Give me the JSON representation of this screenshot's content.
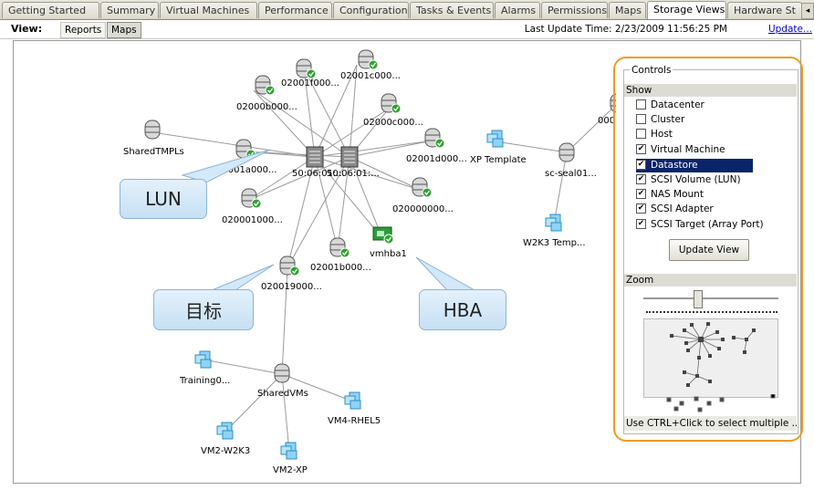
{
  "tabs": [
    {
      "label": "Getting Started",
      "active": false
    },
    {
      "label": "Summary",
      "active": false
    },
    {
      "label": "Virtual Machines",
      "active": false
    },
    {
      "label": "Performance",
      "active": false
    },
    {
      "label": "Configuration",
      "active": false
    },
    {
      "label": "Tasks & Events",
      "active": false
    },
    {
      "label": "Alarms",
      "active": false
    },
    {
      "label": "Permissions",
      "active": false
    },
    {
      "label": "Maps",
      "active": false
    },
    {
      "label": "Storage Views",
      "active": true
    },
    {
      "label": "Hardware St",
      "active": false
    }
  ],
  "view_bar": {
    "label": "View:",
    "buttons": [
      {
        "label": "Reports",
        "selected": false
      },
      {
        "label": "Maps",
        "selected": true
      }
    ],
    "last_update": "Last Update Time: 2/23/2009 11:56:25 PM",
    "update_link": "Update..."
  },
  "map": {
    "nodes": [
      {
        "label": "02001f000...",
        "icon": "datastore-icon"
      },
      {
        "label": "02001c000...",
        "icon": "datastore-icon"
      },
      {
        "label": "02000b000...",
        "icon": "datastore-icon"
      },
      {
        "label": "02000c000...",
        "icon": "datastore-icon"
      },
      {
        "label": "SharedTMPLs",
        "icon": "datastore-icon"
      },
      {
        "label": "02001a000...",
        "icon": "datastore-icon"
      },
      {
        "label": "50:06:01:...",
        "icon": "storage-array-icon"
      },
      {
        "label": "50:06:01:...",
        "icon": "storage-array-icon"
      },
      {
        "label": "02001d000...",
        "icon": "datastore-icon"
      },
      {
        "label": "XP Template",
        "icon": "virtual-machine-icon"
      },
      {
        "label": "sc-seal01...",
        "icon": "datastore-icon"
      },
      {
        "label": "000...",
        "icon": "datastore-icon"
      },
      {
        "label": "020001000...",
        "icon": "datastore-icon"
      },
      {
        "label": "020000000...",
        "icon": "datastore-icon"
      },
      {
        "label": "vmhba1",
        "icon": "hba-icon"
      },
      {
        "label": "W2K3 Temp...",
        "icon": "virtual-machine-icon"
      },
      {
        "label": "02001b000...",
        "icon": "datastore-icon"
      },
      {
        "label": "020019000...",
        "icon": "datastore-icon"
      },
      {
        "label": "Training0...",
        "icon": "virtual-machine-icon"
      },
      {
        "label": "SharedVMs",
        "icon": "datastore-icon"
      },
      {
        "label": "VM4-RHEL5",
        "icon": "virtual-machine-icon"
      },
      {
        "label": "VM2-W2K3",
        "icon": "virtual-machine-icon"
      },
      {
        "label": "VM2-XP",
        "icon": "virtual-machine-icon"
      }
    ],
    "callouts": {
      "lun": "LUN",
      "target": "目标",
      "hba": "HBA"
    }
  },
  "controls": {
    "title": "Controls",
    "show_header": "Show",
    "options": [
      {
        "label": "Datacenter",
        "checked": false
      },
      {
        "label": "Cluster",
        "checked": false
      },
      {
        "label": "Host",
        "checked": false
      },
      {
        "label": "Virtual Machine",
        "checked": true
      },
      {
        "label": "Datastore",
        "checked": true,
        "highlighted": true
      },
      {
        "label": "SCSI Volume (LUN)",
        "checked": true
      },
      {
        "label": "NAS Mount",
        "checked": true
      },
      {
        "label": "SCSI Adapter",
        "checked": true
      },
      {
        "label": "SCSI Target (Array Port)",
        "checked": true
      }
    ],
    "update_button": "Update View",
    "zoom_header": "Zoom",
    "hint": "Use CTRL+Click to select multiple ..."
  },
  "colors": {
    "highlight_border": "#ef9b22",
    "selection": "#0a246a",
    "callout": "#c6e0f4",
    "check_badge": "#2fa32f"
  }
}
